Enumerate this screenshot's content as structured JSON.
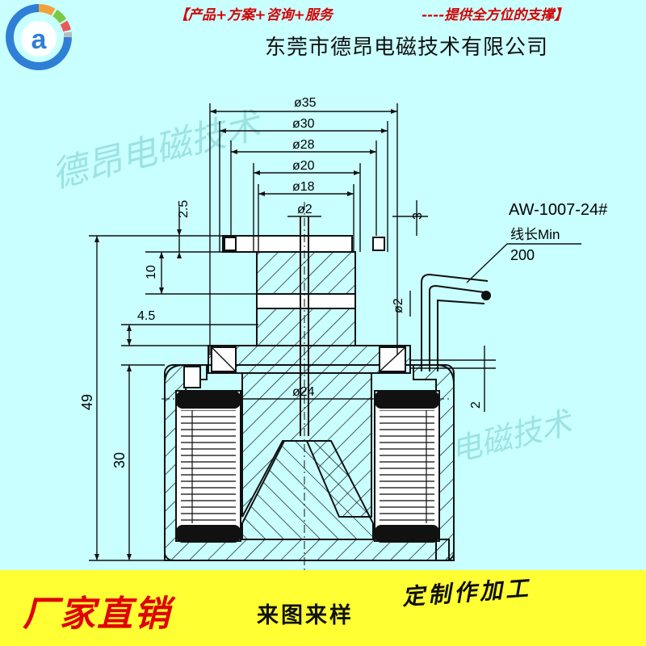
{
  "header": {
    "tagline": "【产品+方案+咨询+服务",
    "support": "----提供全方位的支撑】",
    "company": "东莞市德昂电磁技术有限公司"
  },
  "logo": {
    "letter": "a"
  },
  "watermark": {
    "text_left": "德昂电磁技术",
    "text_right": "电磁技术"
  },
  "drawing": {
    "dims": {
      "d35": "ø35",
      "d30": "ø30",
      "d28": "ø28",
      "d20": "ø20",
      "d18": "ø18",
      "d2_top": "ø2",
      "d2_side": "ø2",
      "d24": "ø24",
      "h2_5": "2.5",
      "h3": "3",
      "h10": "10",
      "h4_5": "4.5",
      "h49": "49",
      "h30": "30",
      "h2": "2"
    },
    "callout": {
      "model": "AW-1007-24#",
      "wire_label": "线长Min",
      "wire_value": "200"
    }
  },
  "footer": {
    "direct_sales": "厂家直销",
    "sample": "来图来样",
    "custom": "定制作加工"
  },
  "colors": {
    "background": "#c9ffff",
    "footer": "#ffff33",
    "accent_red": "#d40000",
    "line": "#111111"
  }
}
